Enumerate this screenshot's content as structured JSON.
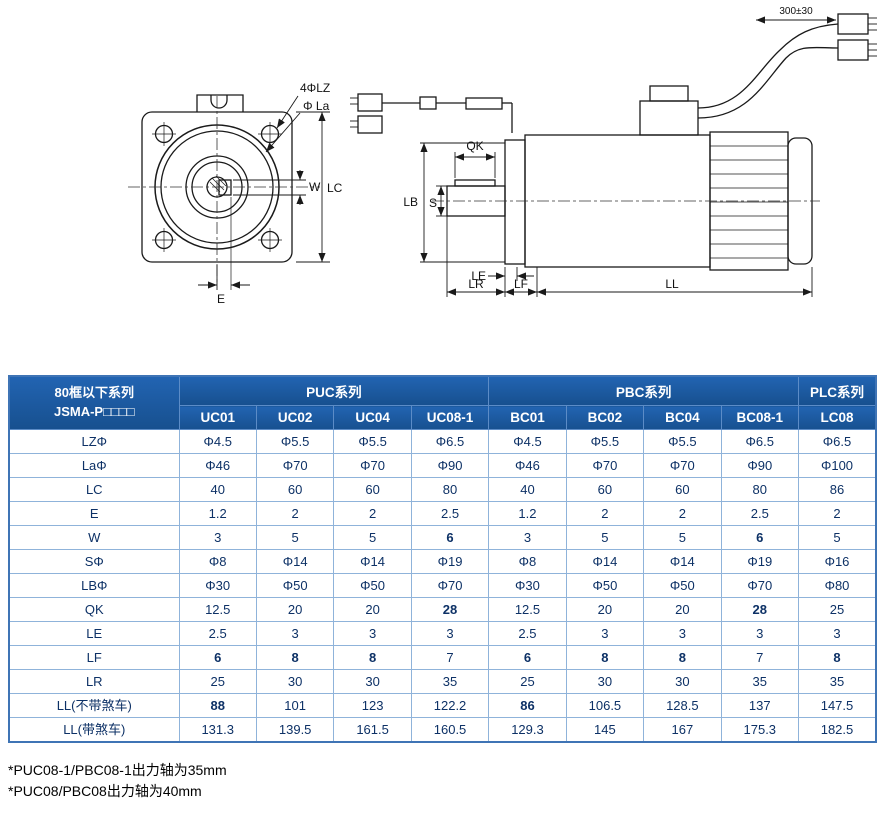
{
  "diagram": {
    "front": {
      "lz": "4ΦLZ",
      "la": "Φ La",
      "w": "W",
      "lc": "LC",
      "e": "E"
    },
    "side": {
      "cable": "300±30",
      "qk": "QK",
      "lb": "LB",
      "s": "S",
      "le": "LE",
      "lr": "LR",
      "lf": "LF",
      "ll": "LL"
    }
  },
  "table": {
    "corner": {
      "line1": "80框以下系列",
      "line2": "JSMA-P□□□□"
    },
    "groups": [
      {
        "label": "PUC系列",
        "span": 4
      },
      {
        "label": "PBC系列",
        "span": 4
      },
      {
        "label": "PLC系列",
        "span": 1
      }
    ],
    "models": [
      "UC01",
      "UC02",
      "UC04",
      "UC08-1",
      "BC01",
      "BC02",
      "BC04",
      "BC08-1",
      "LC08"
    ],
    "rows": [
      {
        "label": "LZΦ",
        "values": [
          "Φ4.5",
          "Φ5.5",
          "Φ5.5",
          "Φ6.5",
          "Φ4.5",
          "Φ5.5",
          "Φ5.5",
          "Φ6.5",
          "Φ6.5"
        ],
        "bold": []
      },
      {
        "label": "LaΦ",
        "values": [
          "Φ46",
          "Φ70",
          "Φ70",
          "Φ90",
          "Φ46",
          "Φ70",
          "Φ70",
          "Φ90",
          "Φ100"
        ],
        "bold": []
      },
      {
        "label": "LC",
        "values": [
          "40",
          "60",
          "60",
          "80",
          "40",
          "60",
          "60",
          "80",
          "86"
        ],
        "bold": []
      },
      {
        "label": "E",
        "values": [
          "1.2",
          "2",
          "2",
          "2.5",
          "1.2",
          "2",
          "2",
          "2.5",
          "2"
        ],
        "bold": []
      },
      {
        "label": "W",
        "values": [
          "3",
          "5",
          "5",
          "6",
          "3",
          "5",
          "5",
          "6",
          "5"
        ],
        "bold": [
          3,
          7
        ]
      },
      {
        "label": "SΦ",
        "values": [
          "Φ8",
          "Φ14",
          "Φ14",
          "Φ19",
          "Φ8",
          "Φ14",
          "Φ14",
          "Φ19",
          "Φ16"
        ],
        "bold": []
      },
      {
        "label": "LBΦ",
        "values": [
          "Φ30",
          "Φ50",
          "Φ50",
          "Φ70",
          "Φ30",
          "Φ50",
          "Φ50",
          "Φ70",
          "Φ80"
        ],
        "bold": []
      },
      {
        "label": "QK",
        "values": [
          "12.5",
          "20",
          "20",
          "28",
          "12.5",
          "20",
          "20",
          "28",
          "25"
        ],
        "bold": [
          3,
          7
        ]
      },
      {
        "label": "LE",
        "values": [
          "2.5",
          "3",
          "3",
          "3",
          "2.5",
          "3",
          "3",
          "3",
          "3"
        ],
        "bold": []
      },
      {
        "label": "LF",
        "values": [
          "6",
          "8",
          "8",
          "7",
          "6",
          "8",
          "8",
          "7",
          "8"
        ],
        "bold": [
          0,
          1,
          2,
          4,
          5,
          6,
          8
        ]
      },
      {
        "label": "LR",
        "values": [
          "25",
          "30",
          "30",
          "35",
          "25",
          "30",
          "30",
          "35",
          "35"
        ],
        "bold": []
      },
      {
        "label": "LL(不带煞车)",
        "values": [
          "88",
          "101",
          "123",
          "122.2",
          "86",
          "106.5",
          "128.5",
          "137",
          "147.5"
        ],
        "bold": [
          0,
          4
        ]
      },
      {
        "label": "LL(带煞车)",
        "values": [
          "131.3",
          "139.5",
          "161.5",
          "160.5",
          "129.3",
          "145",
          "167",
          "175.3",
          "182.5"
        ],
        "bold": []
      }
    ]
  },
  "notes": [
    "*PUC08-1/PBC08-1出力轴为35mm",
    "*PUC08/PBC08出力轴为40mm"
  ],
  "colors": {
    "header_bg": "#1c5ba8",
    "grid": "#8fb3da",
    "outer_border": "#3f74b5",
    "text": "#0d3166"
  }
}
